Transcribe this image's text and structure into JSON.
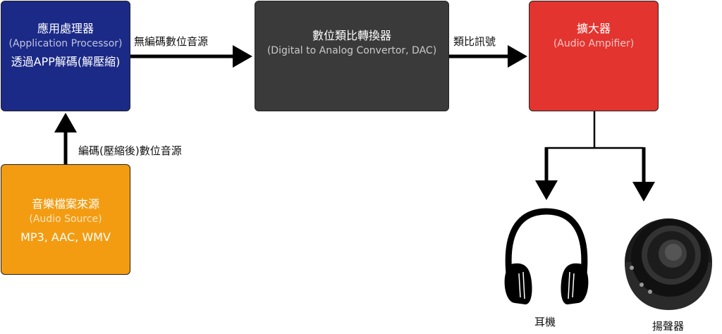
{
  "colors": {
    "app": "#1b2a87",
    "dac": "#3a3a3a",
    "amp": "#e3342f",
    "src": "#f39c12",
    "line": "#000000"
  },
  "app_box": {
    "title": "應用處理器",
    "subtitle": "(Application Processor)",
    "detail": "透過APP解碼(解壓縮)"
  },
  "dac_box": {
    "title": "數位類比轉換器",
    "subtitle": "(Digital to Analog Convertor, DAC)"
  },
  "amp_box": {
    "title": "擴大器",
    "subtitle": "(Audio Ampifier)"
  },
  "src_box": {
    "title": "音樂檔案來源",
    "subtitle": "(Audio Source)",
    "detail": "MP3, AAC, WMV"
  },
  "edges": {
    "app_to_dac": "無編碼數位音源",
    "dac_to_amp": "類比訊號",
    "src_to_app": "編碼(壓縮後)數位音源"
  },
  "outputs": {
    "headphones": "耳機",
    "speaker": "揚聲器"
  }
}
